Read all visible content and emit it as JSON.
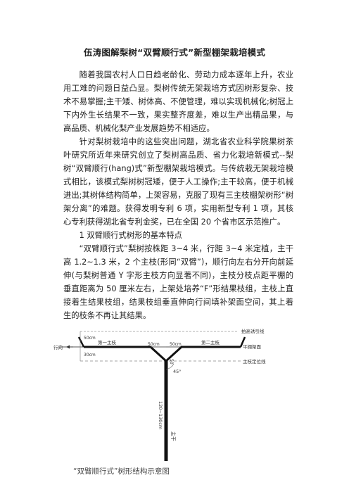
{
  "document": {
    "title": "伍涛图解梨树“双臂顺行式”新型棚架栽培模式",
    "paragraphs": [
      "随着我国农村人口日趋老龄化、劳动力成本逐年上升，农业用工难的问题日益凸显。梨树传统无架栽培方式因树形复杂、技术不易掌握;主干矮、树体高、不便管理，难以实现机械化;树冠上下内外生长结果不一致，果实整齐度差，难以生产出精品果，与高品质、机械化梨产业发展趋势不相适应。",
      "针对梨树栽培中的这些突出问题，湖北省农业科学院果树茶叶研究所近年来研究创立了梨树高品质、省力化栽培新模式--梨树“双臂顺行(hang)式”新型棚架栽培模式。与传统栽无架栽培模式相比，该模式梨树树冠矮，便于人工操作;主干较高，便于机械进出;其树体结构简单，上架容易，克服了现有三主枝棚架树形“树架分离”的难题。获得发明专利 6 项，实用新型专利 1 项，其核心专利获得湖北省专利金奖，已在全国 20 个省市区示范推广。",
      "1 双臂顺行式树形的基本特点",
      "“双臂顺行式”梨树按株距 3~4 米，行距 3~4 米定植，主干高 1.2~1.3 米，2 个主枝(形同“双臂”)，顺行向左右分开向前延伸(与梨树普通 Y 字形主枝方向显著不同)，主枝分枝点距平棚的垂直距离为 50 厘米左右，上架处培养“F”形结果枝组，主枝上直接着生结果枝组，结果枝组垂直伸向行间填补架面空间，其上着生的枝条不再让其结果。"
    ]
  },
  "figure": {
    "labels": {
      "row_direction": "行向",
      "branch_left": "第一主枝",
      "branch_right": "第二主枝",
      "span_left": "50cm",
      "span_right": "50cm",
      "h_50": "50cm",
      "h_30": "30cm",
      "v_50": "50",
      "angle": "45°",
      "trunk_height": "120~130cm",
      "trunk": "主干",
      "guide_line": "拍高诱引线",
      "shelf_plane": "平棚架面",
      "branch_line": "主枝定位线"
    },
    "caption": "“双臂顺行式”树形结构示意图"
  }
}
